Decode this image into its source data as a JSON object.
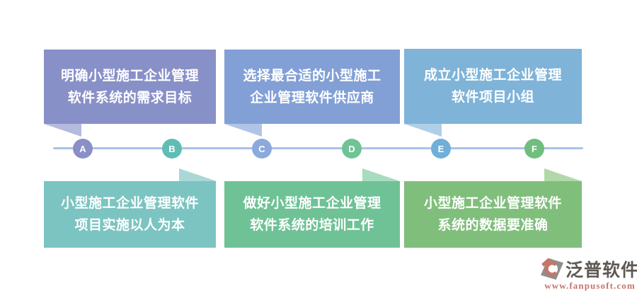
{
  "page": {
    "background": "#FFFFFF"
  },
  "steps": [
    {
      "letter": "A",
      "row": "top",
      "line1": "明确小型施工企业管理",
      "line2": "软件系统的需求目标",
      "box_color": "#8890C8",
      "tail_color": "#B5BADF",
      "circle_color": "#8A8FC8"
    },
    {
      "letter": "B",
      "row": "bottom",
      "line1": "小型施工企业管理软件",
      "line2": "项目实施以人为本",
      "box_color": "#7BC4C1",
      "tail_color": "#A9D8D6",
      "circle_color": "#5FBDB6"
    },
    {
      "letter": "C",
      "row": "top",
      "line1": "选择最合适的小型施工",
      "line2": "企业管理软件供应商",
      "box_color": "#82A0D6",
      "tail_color": "#B0C4E8",
      "circle_color": "#8BA9DD"
    },
    {
      "letter": "D",
      "row": "bottom",
      "line1": "做好小型施工企业管理",
      "line2": "软件系统的培训工作",
      "box_color": "#6FC295",
      "tail_color": "#A8DCC0",
      "circle_color": "#6FC396"
    },
    {
      "letter": "E",
      "row": "top",
      "line1": "成立小型施工企业管理",
      "line2": "软件项目小组",
      "box_color": "#7FB3D8",
      "tail_color": "#AFCFE6",
      "circle_color": "#6FAFD9"
    },
    {
      "letter": "F",
      "row": "bottom",
      "line1": "小型施工企业管理软件",
      "line2": "系统的数据要准确",
      "box_color": "#80BE7C",
      "tail_color": "#B2D8A9",
      "circle_color": "#6FBE7E"
    }
  ],
  "timeline": {
    "line_color": "#A9C3E9"
  },
  "logo": {
    "name": "泛普软件",
    "url": "www.fanpusoft.com",
    "accent_color": "#C4766B",
    "text_color": "#5E5953",
    "icon_gray": "#8E8E8E"
  }
}
